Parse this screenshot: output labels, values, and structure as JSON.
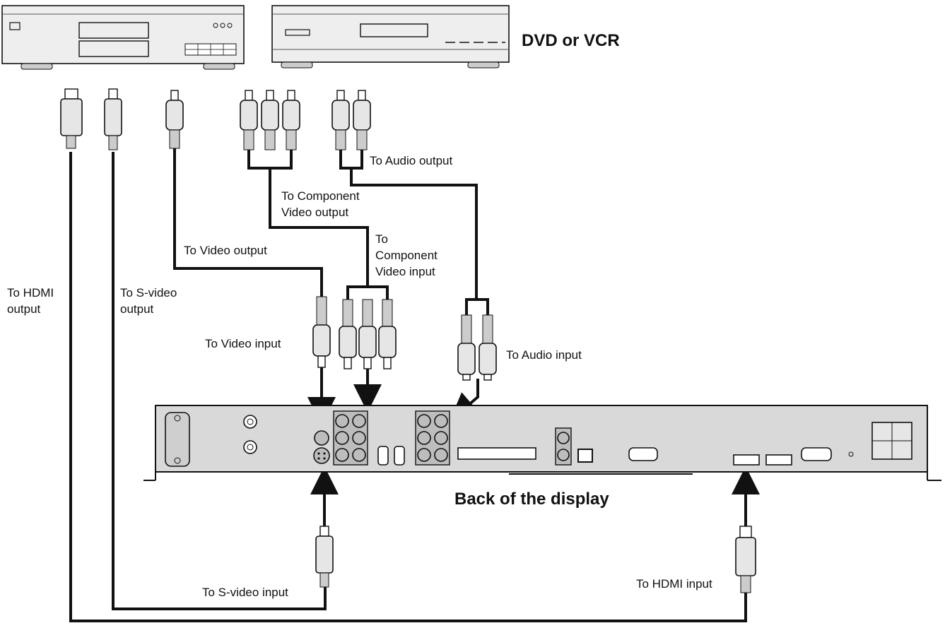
{
  "device_title": "DVD or VCR",
  "display_title": "Back of the display",
  "labels": {
    "audio_output": "To Audio output",
    "component_output_1": "To Component",
    "component_output_2": "Video output",
    "component_input_1": "To",
    "component_input_2": "Component",
    "component_input_3": "Video input",
    "video_output": "To Video output",
    "hdmi_output_1": "To HDMI",
    "hdmi_output_2": "output",
    "svideo_output_1": "To S-video",
    "svideo_output_2": "output",
    "video_input": "To Video input",
    "audio_input": "To Audio input",
    "svideo_input": "To S-video input",
    "hdmi_input": "To HDMI input"
  },
  "colors": {
    "line": "#111111",
    "device_fill": "#ececec",
    "panel_fill": "#d9d9d9",
    "port_fill": "#bdbdbd"
  }
}
